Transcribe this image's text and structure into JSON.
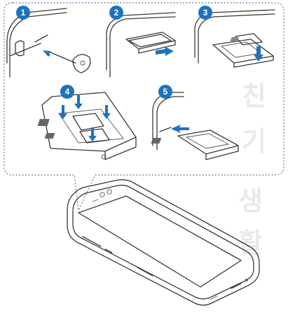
{
  "steps": [
    {
      "number": "1"
    },
    {
      "number": "2"
    },
    {
      "number": "3"
    },
    {
      "number": "4"
    },
    {
      "number": "5"
    }
  ],
  "watermark": {
    "chars": [
      "친",
      "기",
      "생",
      "활"
    ]
  },
  "colors": {
    "badge": "#1e73be",
    "arrow": "#1e73be",
    "outline": "#3a3a3a",
    "callout_border": "#6b8fb5"
  }
}
